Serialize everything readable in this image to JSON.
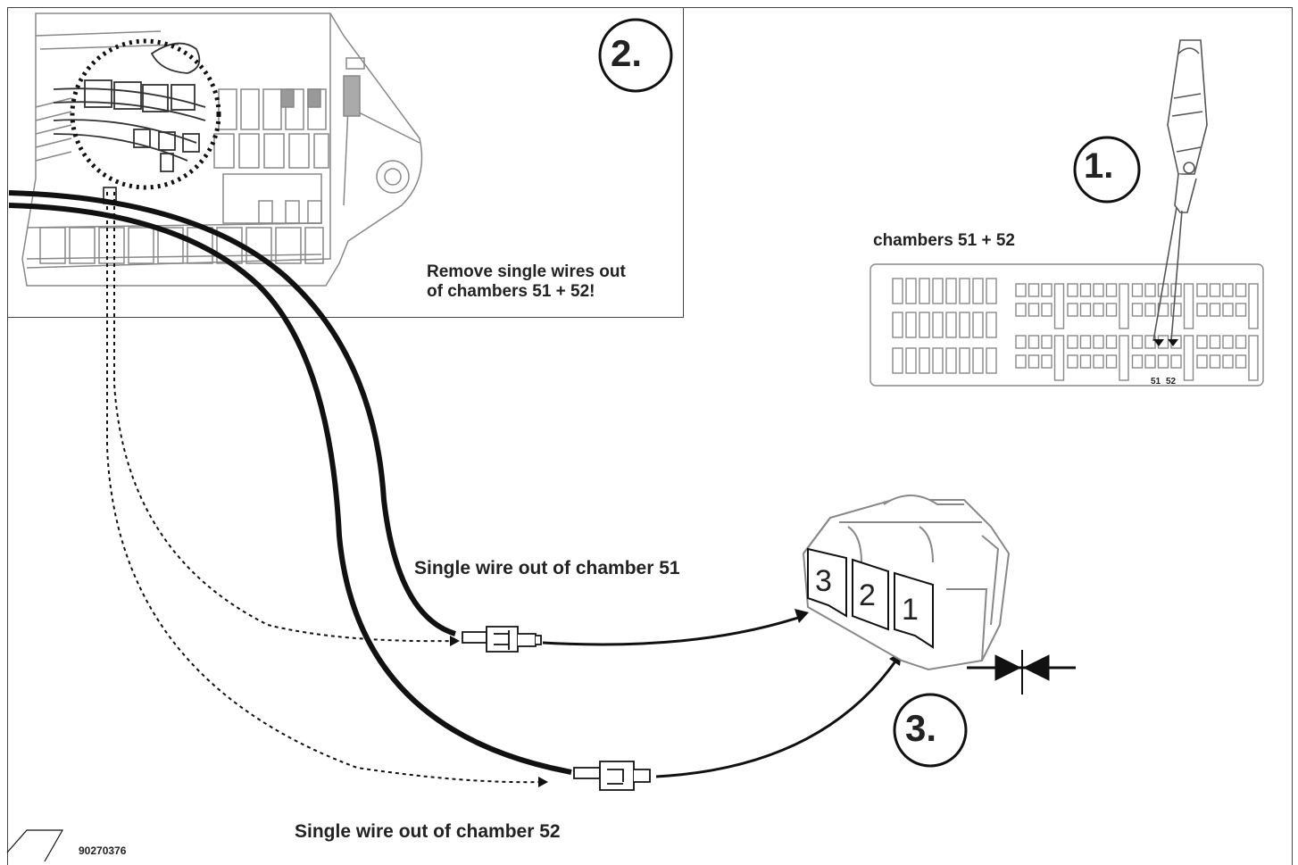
{
  "steps": {
    "step1": "1.",
    "step2": "2.",
    "step3": "3."
  },
  "fusebox_label": "chambers 51 + 52",
  "chamber_numbers": [
    "51",
    "52"
  ],
  "instruction_line1": "Remove single wires out",
  "instruction_line2": "of chambers 51 + 52!",
  "wire_51_label": "Single wire out of chamber 51",
  "wire_52_label": "Single wire out of chamber 52",
  "connector_pins": [
    "3",
    "2",
    "1"
  ],
  "part_number": "90270376",
  "colors": {
    "line": "#1a1a1a",
    "frame": "#444444",
    "drawing": "#888888"
  }
}
